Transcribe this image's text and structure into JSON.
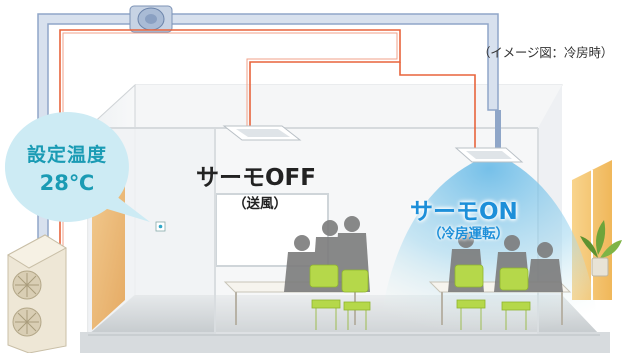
{
  "caption": "（イメージ図：冷房時）",
  "thermostat_bubble": {
    "line1": "設定温度",
    "line2": "28℃"
  },
  "units": {
    "off": {
      "title": "サーモOFF",
      "subtitle": "（送風）"
    },
    "on": {
      "title": "サーモON",
      "subtitle": "（冷房運転）"
    }
  },
  "colors": {
    "bubble_fill": "#cdebf4",
    "bubble_text": "#1a9bb4",
    "on_text": "#1d8fd9",
    "off_text": "#222222",
    "refrigerant_pipe": "#e8643c",
    "duct": "#8fa6c8",
    "chair": "#b5d84a",
    "cold_air": "#7ec8ec",
    "floor": "#cfd3d6",
    "ceiling": "#eef0f1"
  },
  "icons": [
    "thermostat-icon",
    "fan-icon",
    "ceiling-cassette-icon",
    "outdoor-unit-icon",
    "plant-icon",
    "person-icon",
    "chair-icon",
    "table-icon"
  ]
}
